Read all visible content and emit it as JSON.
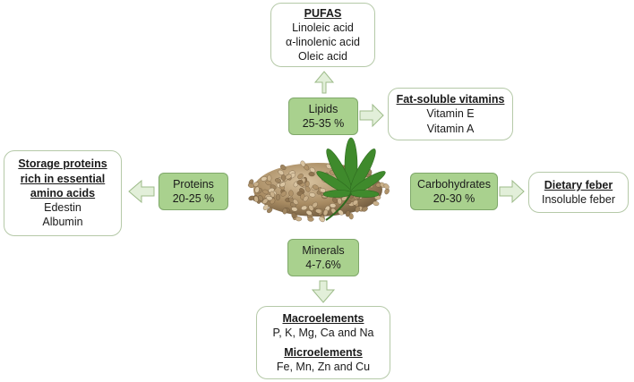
{
  "colors": {
    "component_fill": "#a9d18e",
    "component_border": "#7fa86a",
    "detail_border": "#b5c9a8",
    "arrow_fill": "#e2efd9",
    "arrow_stroke": "#9dbb89"
  },
  "center_image": {
    "icon": "hemp-seeds-and-cannabis-leaf-image"
  },
  "components": {
    "lipids": {
      "name": "Lipids",
      "value": "25-35 %"
    },
    "proteins": {
      "name": "Proteins",
      "value": "20-25 %"
    },
    "carbohydrates": {
      "name": "Carbohydrates",
      "value": "20-30 %"
    },
    "minerals": {
      "name": "Minerals",
      "value": "4-7.6%"
    }
  },
  "details": {
    "pufas": {
      "title": "PUFAS",
      "items": [
        "Linoleic acid",
        "α-linolenic acid",
        "Oleic acid"
      ]
    },
    "fat_soluble_vitamins": {
      "title": "Fat-soluble vitamins",
      "items": [
        "Vitamin E",
        "Vitamin A"
      ]
    },
    "storage_proteins": {
      "title_lines": [
        "Storage proteins",
        "rich in essential",
        "amino acids"
      ],
      "items": [
        "Edestin",
        "Albumin"
      ]
    },
    "dietary_fiber": {
      "title": "Dietary feber",
      "items": [
        "Insoluble feber"
      ]
    },
    "elements": {
      "macro_title": "Macroelements",
      "macro_items": "P, K, Mg, Ca and Na",
      "micro_title": "Microelements",
      "micro_items": "Fe, Mn, Zn and Cu"
    }
  }
}
